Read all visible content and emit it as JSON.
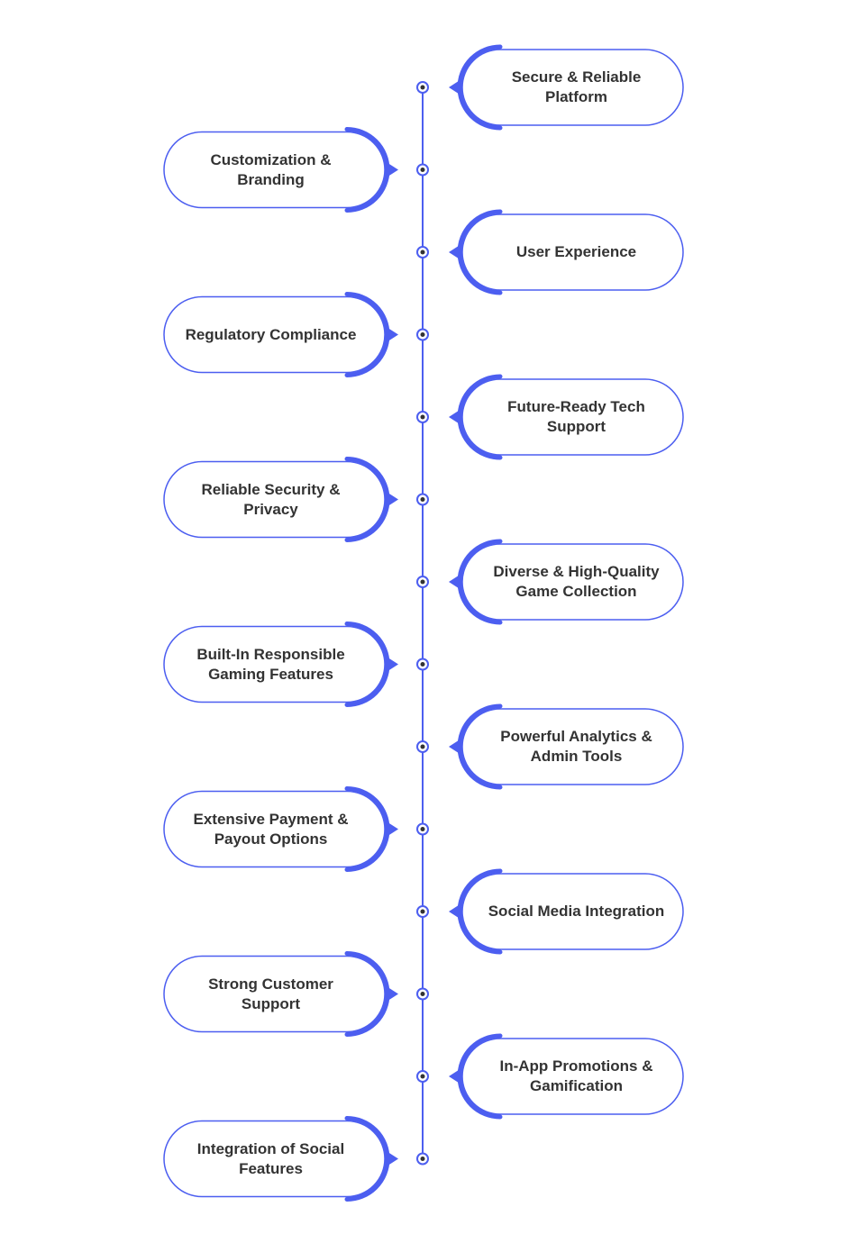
{
  "colors": {
    "accent": "#4c5ef0",
    "text": "#333333",
    "background": "#ffffff"
  },
  "timeline": {
    "items": [
      {
        "label": "Secure & Reliable Platform",
        "side": "right"
      },
      {
        "label": "Customization & Branding",
        "side": "left"
      },
      {
        "label": "User Experience",
        "side": "right"
      },
      {
        "label": "Regulatory Compliance",
        "side": "left"
      },
      {
        "label": "Future-Ready Tech Support",
        "side": "right"
      },
      {
        "label": "Reliable Security & Privacy",
        "side": "left"
      },
      {
        "label": "Diverse & High-Quality Game Collection",
        "side": "right"
      },
      {
        "label": "Built-In Responsible Gaming Features",
        "side": "left"
      },
      {
        "label": "Powerful Analytics & Admin Tools",
        "side": "right"
      },
      {
        "label": "Extensive Payment & Payout Options",
        "side": "left"
      },
      {
        "label": "Social Media Integration",
        "side": "right"
      },
      {
        "label": "Strong Customer Support",
        "side": "left"
      },
      {
        "label": "In-App Promotions & Gamification",
        "side": "right"
      },
      {
        "label": "Integration of Social Features",
        "side": "left"
      }
    ]
  }
}
